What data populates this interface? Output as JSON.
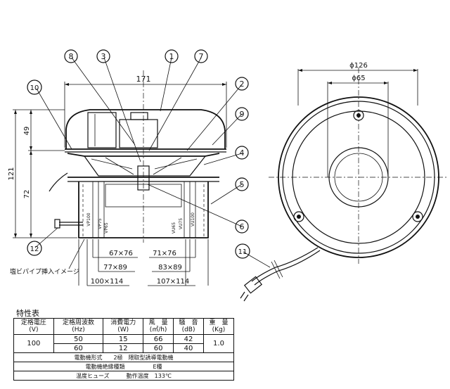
{
  "dimensions": {
    "width_171": "171",
    "dia_126": "ϕ126",
    "dia_65": "ϕ65",
    "height_121": "121",
    "height_49": "49",
    "height_72": "72",
    "pipe_67x76": "67×76",
    "pipe_71x76": "71×76",
    "pipe_77x89": "77×89",
    "pipe_83x89": "83×89",
    "pipe_100x114": "100×114",
    "pipe_107x114": "107×114"
  },
  "callouts": [
    "1",
    "2",
    "3",
    "4",
    "5",
    "6",
    "7",
    "8",
    "9",
    "10",
    "11",
    "12"
  ],
  "side_labels": [
    "VP100",
    "VP75",
    "VP65",
    "VU100",
    "VU75",
    "VU65"
  ],
  "note_label": "塩ビパイプ挿入イメージ",
  "spec": {
    "title": "特性表",
    "headers": [
      "定格電圧\n(V)",
      "定格周波数\n(Hz)",
      "消費電力\n(W)",
      "風　量\n(㎥/h)",
      "騒　音\n(dB)",
      "重　量\n(Kg)"
    ],
    "voltage": "100",
    "rows": [
      {
        "hz": "50",
        "w": "15",
        "flow": "66",
        "db": "42"
      },
      {
        "hz": "60",
        "w": "12",
        "flow": "60",
        "db": "40"
      }
    ],
    "weight": "1.0",
    "motor_type": "電動機形式　　2極　隈取型誘導電動機",
    "insulation": "電動機絶縁種類　　　　　E種",
    "fuse": "温度ヒューズ　　　動作温度　133℃"
  }
}
